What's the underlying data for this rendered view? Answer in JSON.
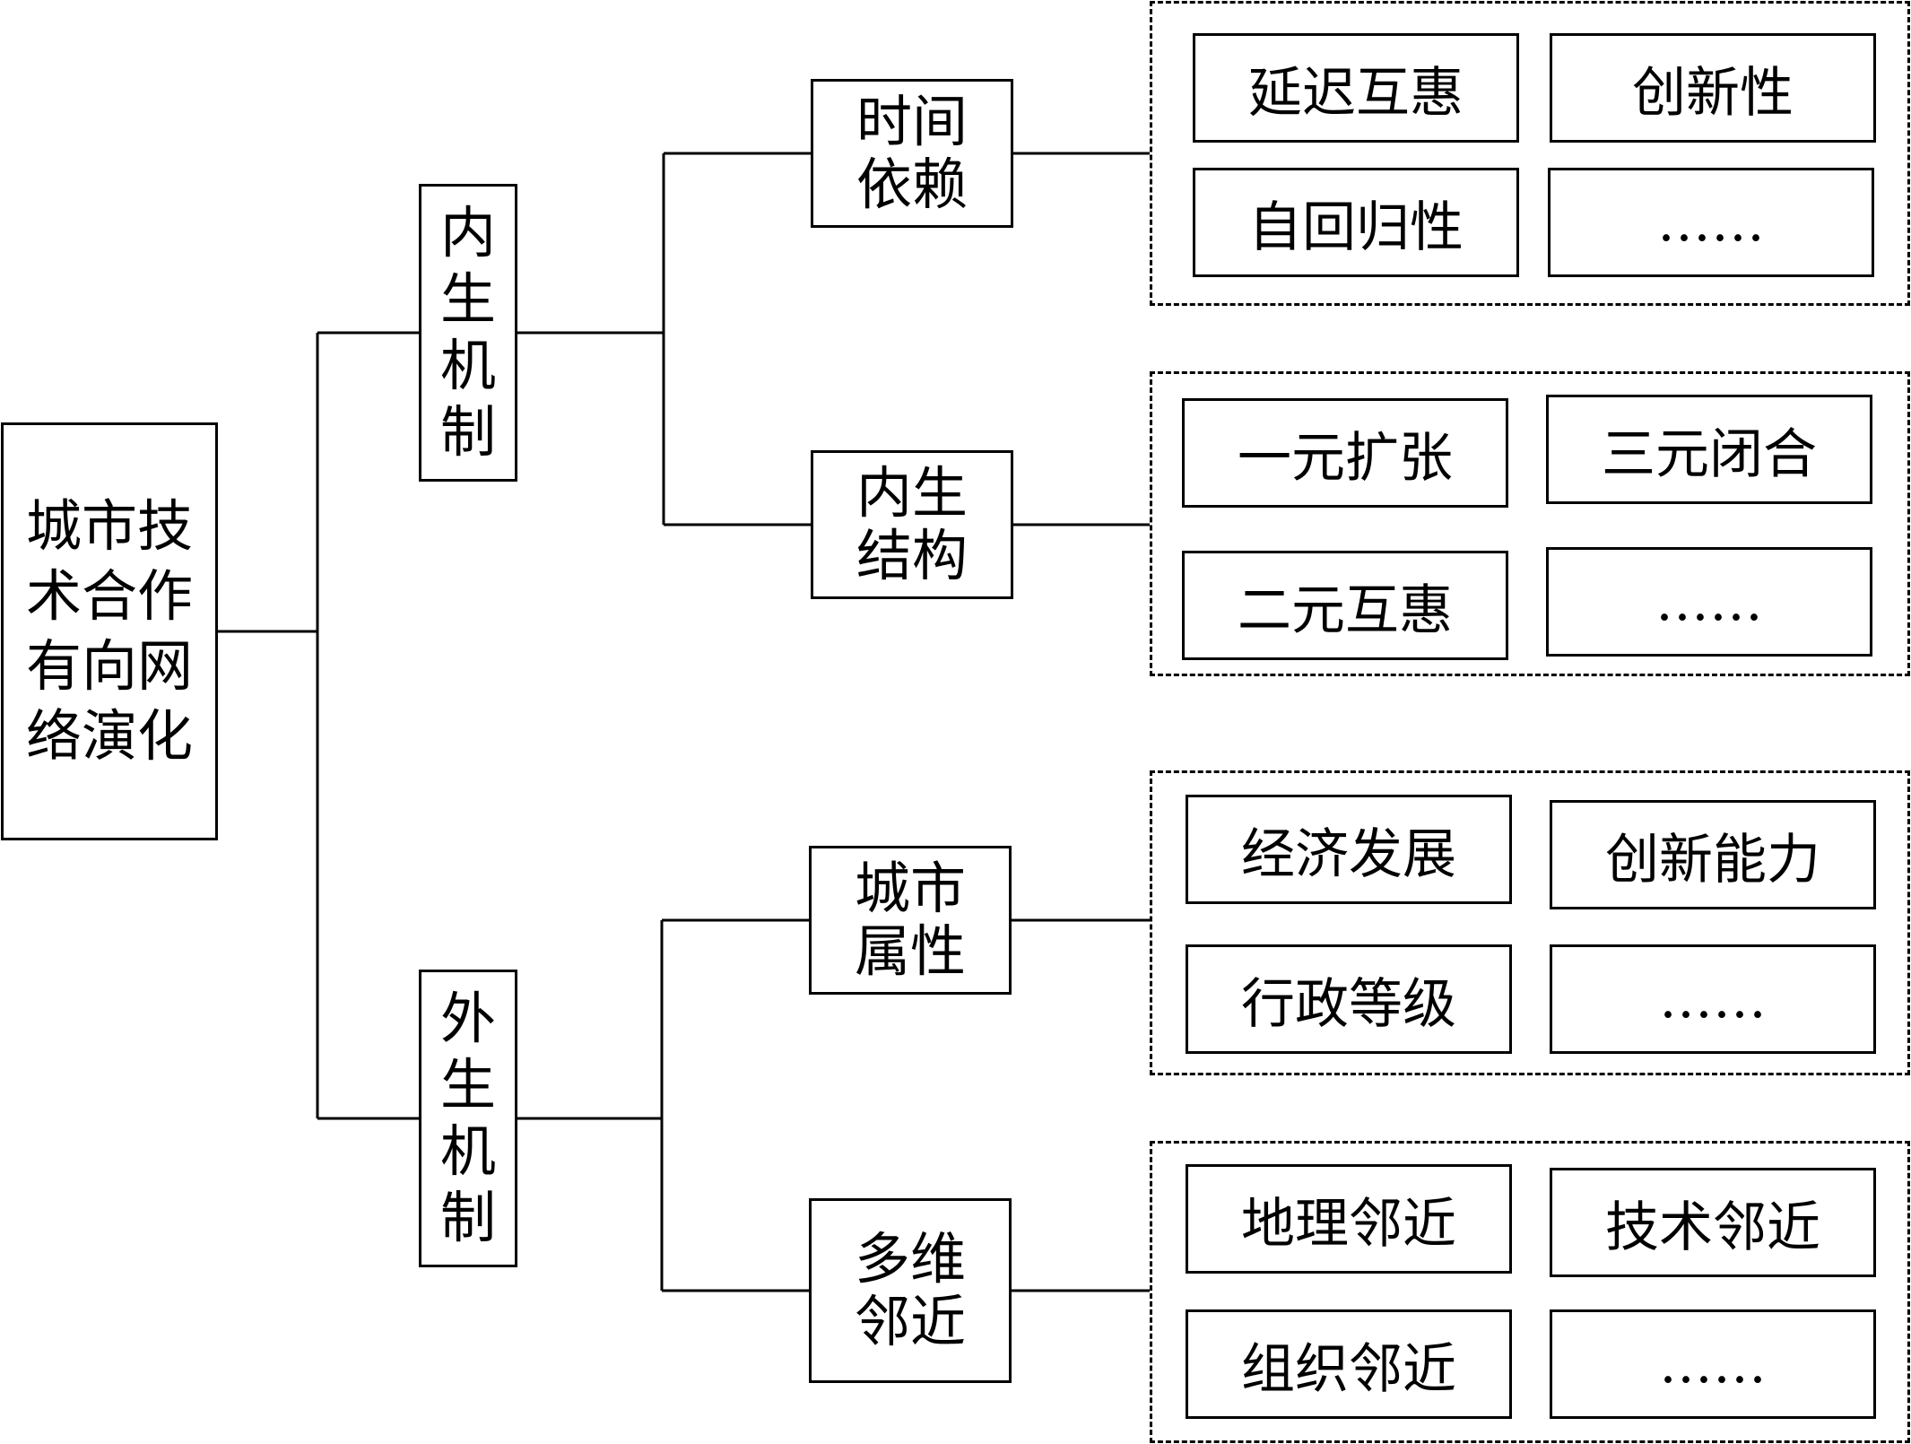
{
  "root": {
    "label": "城市技术合作有向网络演化"
  },
  "branches": [
    {
      "label": "内生机制",
      "children": [
        {
          "label": "时间依赖",
          "items": [
            "延迟互惠",
            "创新性",
            "自回归性",
            "……"
          ]
        },
        {
          "label": "内生结构",
          "items": [
            "一元扩张",
            "三元闭合",
            "二元互惠",
            "……"
          ]
        }
      ]
    },
    {
      "label": "外生机制",
      "children": [
        {
          "label": "城市属性",
          "items": [
            "经济发展",
            "创新能力",
            "行政等级",
            "……"
          ]
        },
        {
          "label": "多维邻近",
          "items": [
            "地理邻近",
            "技术邻近",
            "组织邻近",
            "……"
          ]
        }
      ]
    }
  ],
  "colors": {
    "line": "#000000",
    "background": "#ffffff"
  }
}
